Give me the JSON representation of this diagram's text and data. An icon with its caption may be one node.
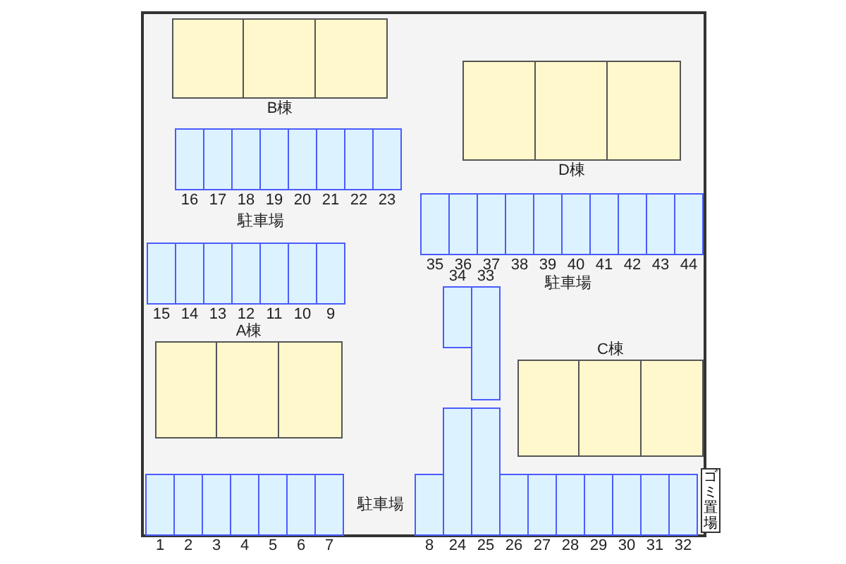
{
  "diagram": {
    "nodes": [
      {
        "text": [],
        "shape": "box",
        "beside": [
          "B棟"
        ]
      },
      {
        "text": [],
        "shape": "box",
        "in": 0
      },
      {
        "text": [],
        "shape": "box",
        "in": 0
      },
      {
        "text": [],
        "shape": "box",
        "in": 0
      },
      {
        "text": [],
        "shape": "box",
        "beside": [
          "16"
        ]
      },
      {
        "text": [],
        "shape": "box",
        "beside": [
          "17"
        ]
      },
      {
        "text": [],
        "shape": "box",
        "beside": [
          "18"
        ]
      },
      {
        "text": [],
        "shape": "box",
        "beside": [
          "19"
        ]
      },
      {
        "text": [],
        "shape": "box",
        "beside": [
          "20"
        ]
      },
      {
        "text": [],
        "shape": "box",
        "beside": [
          "21"
        ]
      },
      {
        "text": [],
        "shape": "box",
        "beside": [
          "22"
        ]
      },
      {
        "text": [],
        "shape": "box",
        "beside": [
          "23"
        ]
      },
      {
        "text": [],
        "shape": "box",
        "beside": [
          "D棟"
        ]
      },
      {
        "text": [],
        "shape": "box",
        "in": 12
      },
      {
        "text": [],
        "shape": "box",
        "in": 12
      },
      {
        "text": [],
        "shape": "box",
        "in": 12
      },
      {
        "text": [],
        "shape": "box",
        "beside": [
          "35"
        ]
      },
      {
        "text": [],
        "shape": "box",
        "beside": [
          "36"
        ]
      },
      {
        "text": [],
        "shape": "box",
        "beside": [
          "37"
        ]
      },
      {
        "text": [],
        "shape": "box",
        "beside": [
          "38"
        ]
      },
      {
        "text": [],
        "shape": "box",
        "beside": [
          "39"
        ]
      },
      {
        "text": [],
        "shape": "box",
        "beside": [
          "40"
        ]
      },
      {
        "text": [],
        "shape": "box",
        "beside": [
          "41"
        ]
      },
      {
        "text": [],
        "shape": "box",
        "beside": [
          "42"
        ]
      },
      {
        "text": [],
        "shape": "box",
        "beside": [
          "43"
        ]
      },
      {
        "text": [],
        "shape": "box",
        "beside": [
          "44"
        ]
      },
      {
        "text": [],
        "shape": "box",
        "beside": [
          "15"
        ]
      },
      {
        "text": [],
        "shape": "box",
        "beside": [
          "14"
        ]
      },
      {
        "text": [],
        "shape": "box",
        "beside": [
          "13"
        ]
      },
      {
        "text": [],
        "shape": "box",
        "beside": [
          "12"
        ]
      },
      {
        "text": [],
        "shape": "box",
        "beside": [
          "11"
        ]
      },
      {
        "text": [],
        "shape": "box",
        "beside": [
          "10"
        ]
      },
      {
        "text": [],
        "shape": "box",
        "beside": [
          "9"
        ]
      },
      {
        "text": [],
        "shape": "box",
        "beside": [
          "A棟"
        ]
      },
      {
        "text": [],
        "shape": "box",
        "in": 33
      },
      {
        "text": [],
        "shape": "box",
        "in": 33
      },
      {
        "text": [],
        "shape": "box",
        "in": 33
      },
      {
        "text": [],
        "shape": "box",
        "beside": [
          "C棟"
        ]
      },
      {
        "text": [],
        "shape": "box",
        "in": 37
      },
      {
        "text": [],
        "shape": "box",
        "in": 37
      },
      {
        "text": [],
        "shape": "box",
        "in": 37
      },
      {
        "text": [],
        "shape": "box",
        "beside": [
          "34"
        ]
      },
      {
        "text": [],
        "shape": "box",
        "beside": [
          "33"
        ]
      },
      {
        "text": [],
        "shape": "box",
        "beside": [
          "24"
        ]
      },
      {
        "text": [],
        "shape": "box",
        "beside": [
          "25"
        ]
      },
      {
        "text": [],
        "shape": "box",
        "beside": [
          "1"
        ]
      },
      {
        "text": [],
        "shape": "box",
        "beside": [
          "2"
        ]
      },
      {
        "text": [],
        "shape": "box",
        "beside": [
          "3"
        ]
      },
      {
        "text": [],
        "shape": "box",
        "beside": [
          "4"
        ]
      },
      {
        "text": [],
        "shape": "box",
        "beside": [
          "5"
        ]
      },
      {
        "text": [],
        "shape": "box",
        "beside": [
          "6"
        ]
      },
      {
        "text": [],
        "shape": "box",
        "beside": [
          "7"
        ]
      },
      {
        "text": [],
        "shape": "box",
        "beside": [
          "8"
        ]
      },
      {
        "text": [],
        "shape": "box",
        "beside": [
          "26"
        ]
      },
      {
        "text": [],
        "shape": "box",
        "beside": [
          "27"
        ]
      },
      {
        "text": [],
        "shape": "box",
        "beside": [
          "28"
        ]
      },
      {
        "text": [],
        "shape": "box",
        "beside": [
          "29"
        ]
      },
      {
        "text": [],
        "shape": "box",
        "beside": [
          "30"
        ]
      },
      {
        "text": [],
        "shape": "box",
        "beside": [
          "31"
        ]
      },
      {
        "text": [],
        "shape": "box",
        "beside": [
          "32"
        ]
      },
      {
        "text": [
          "ゴミ置場"
        ]
      }
    ],
    "labels": [
      "駐車場",
      "駐車場",
      "駐車場"
    ]
  }
}
